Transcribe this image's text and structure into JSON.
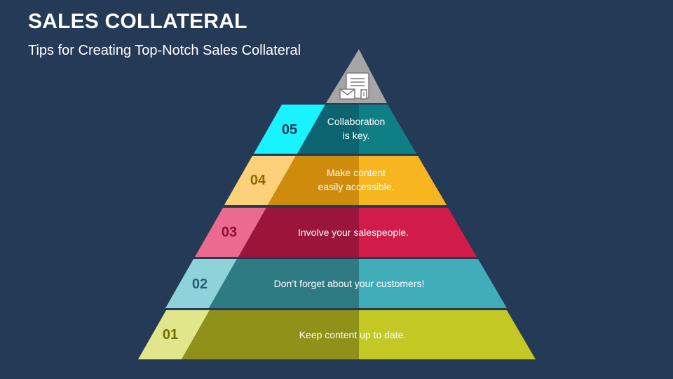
{
  "header": {
    "title": "SALES COLLATERAL",
    "subtitle": "Tips for Creating Top-Notch Sales Collateral"
  },
  "pyramid": {
    "top_icon": "document-envelope-icon",
    "top_color": "#a6a6a6",
    "tiers": [
      {
        "number": "05",
        "lines": [
          "Collaboration",
          "is key."
        ],
        "tab_color": "#19f2ff",
        "number_color": "#1a3a56",
        "dark_color": "#0b6470",
        "light_color": "#0f7f86"
      },
      {
        "number": "04",
        "lines": [
          "Make content",
          "easily accessible."
        ],
        "tab_color": "#fdd07a",
        "number_color": "#8a6a00",
        "dark_color": "#cf8b0c",
        "light_color": "#f7b520"
      },
      {
        "number": "03",
        "lines": [
          "Involve your salespeople."
        ],
        "tab_color": "#eb6a8f",
        "number_color": "#8b1131",
        "dark_color": "#9a1539",
        "light_color": "#d11c4a"
      },
      {
        "number": "02",
        "lines": [
          "Don’t forget about your customers!"
        ],
        "tab_color": "#8ed3da",
        "number_color": "#2a5a78",
        "dark_color": "#2f7b83",
        "light_color": "#40adb8"
      },
      {
        "number": "01",
        "lines": [
          "Keep content up to date."
        ],
        "tab_color": "#e2e68b",
        "number_color": "#6d6d00",
        "dark_color": "#8f9119",
        "light_color": "#c3c824"
      }
    ]
  }
}
